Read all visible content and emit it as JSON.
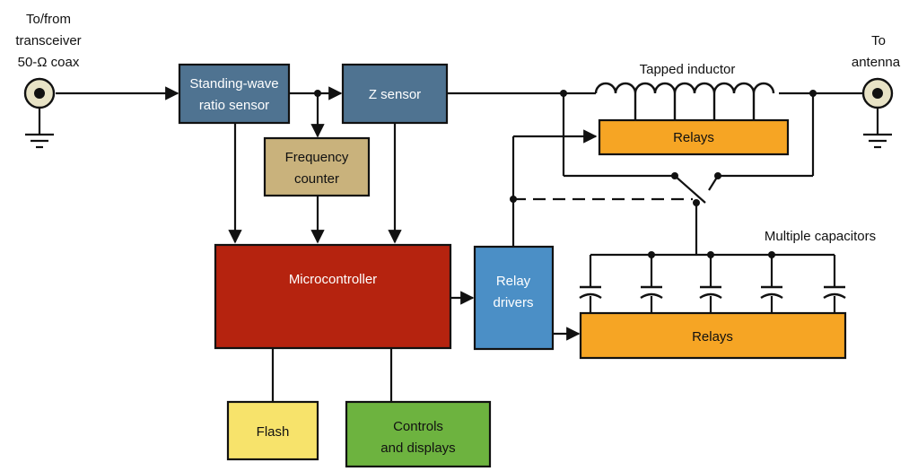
{
  "labels": {
    "transceiver_l1": "To/from",
    "transceiver_l2": "transceiver",
    "transceiver_l3": "50-Ω coax",
    "antenna_l1": "To",
    "antenna_l2": "antenna",
    "tapped_inductor": "Tapped inductor",
    "multiple_capacitors": "Multiple capacitors"
  },
  "blocks": {
    "swr_l1": "Standing-wave",
    "swr_l2": "ratio sensor",
    "z_sensor": "Z sensor",
    "freq_l1": "Frequency",
    "freq_l2": "counter",
    "microcontroller": "Microcontroller",
    "relay_drivers_l1": "Relay",
    "relay_drivers_l2": "drivers",
    "relays_top": "Relays",
    "relays_bottom": "Relays",
    "flash": "Flash",
    "controls_l1": "Controls",
    "controls_l2": "and displays"
  },
  "colors": {
    "sensor_blue": "#4f7391",
    "counter_tan": "#c9b27c",
    "micro_red": "#b5230f",
    "driver_blue": "#4b8fc6",
    "relay_orange": "#f6a524",
    "flash_yellow": "#f7e36b",
    "controls_green": "#6db33f"
  }
}
